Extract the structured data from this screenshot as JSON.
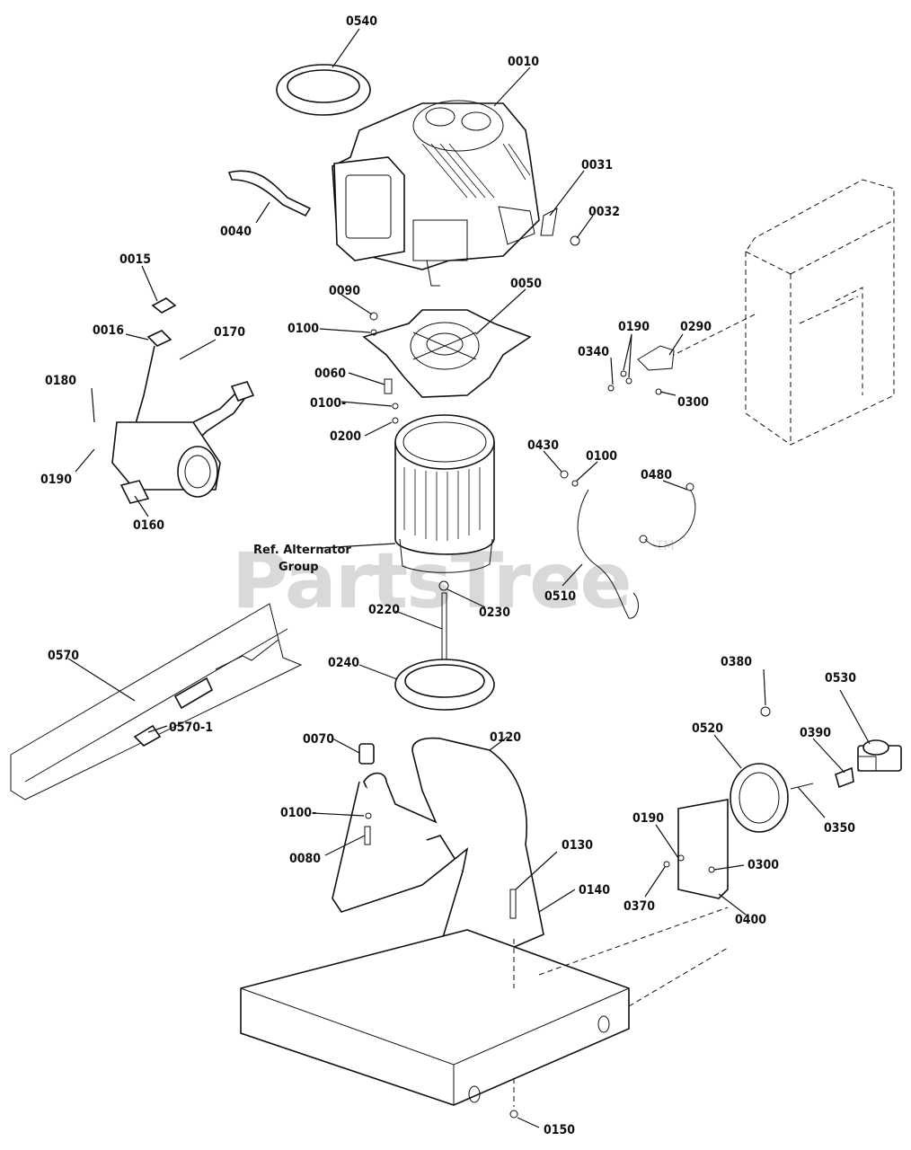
{
  "watermark": {
    "text": "PartsTree",
    "tm": "TM"
  },
  "reference_label": {
    "line1": "Ref. Alternator",
    "line2": "Group"
  },
  "callouts": {
    "c0540": "0540",
    "c0010": "0010",
    "c0031": "0031",
    "c0032": "0032",
    "c0040": "0040",
    "c0015": "0015",
    "c0016": "0016",
    "c0170": "0170",
    "c0180": "0180",
    "c0190a": "0190",
    "c0160": "0160",
    "c0090": "0090",
    "c0050": "0050",
    "c0100a": "0100",
    "c0060": "0060",
    "c0100b": "0100-",
    "c0200": "0200",
    "c0190b": "0190",
    "c0290": "0290",
    "c0340": "0340",
    "c0300a": "0300",
    "c0430": "0430",
    "c0100c": "0100",
    "c0480": "0480",
    "c0510": "0510",
    "c0220": "0220",
    "c0230": "0230",
    "c0240": "0240",
    "c0570": "0570",
    "c0570_1": "0570-1",
    "c0380": "0380",
    "c0530": "0530",
    "c0520": "0520",
    "c0390": "0390",
    "c0350": "0350",
    "c0190c": "0190",
    "c0300b": "0300",
    "c0370": "0370",
    "c0400": "0400",
    "c0070": "0070",
    "c0120": "0120",
    "c0100d": "0100-",
    "c0080": "0080",
    "c0130": "0130",
    "c0140": "0140",
    "c0150": "0150"
  }
}
